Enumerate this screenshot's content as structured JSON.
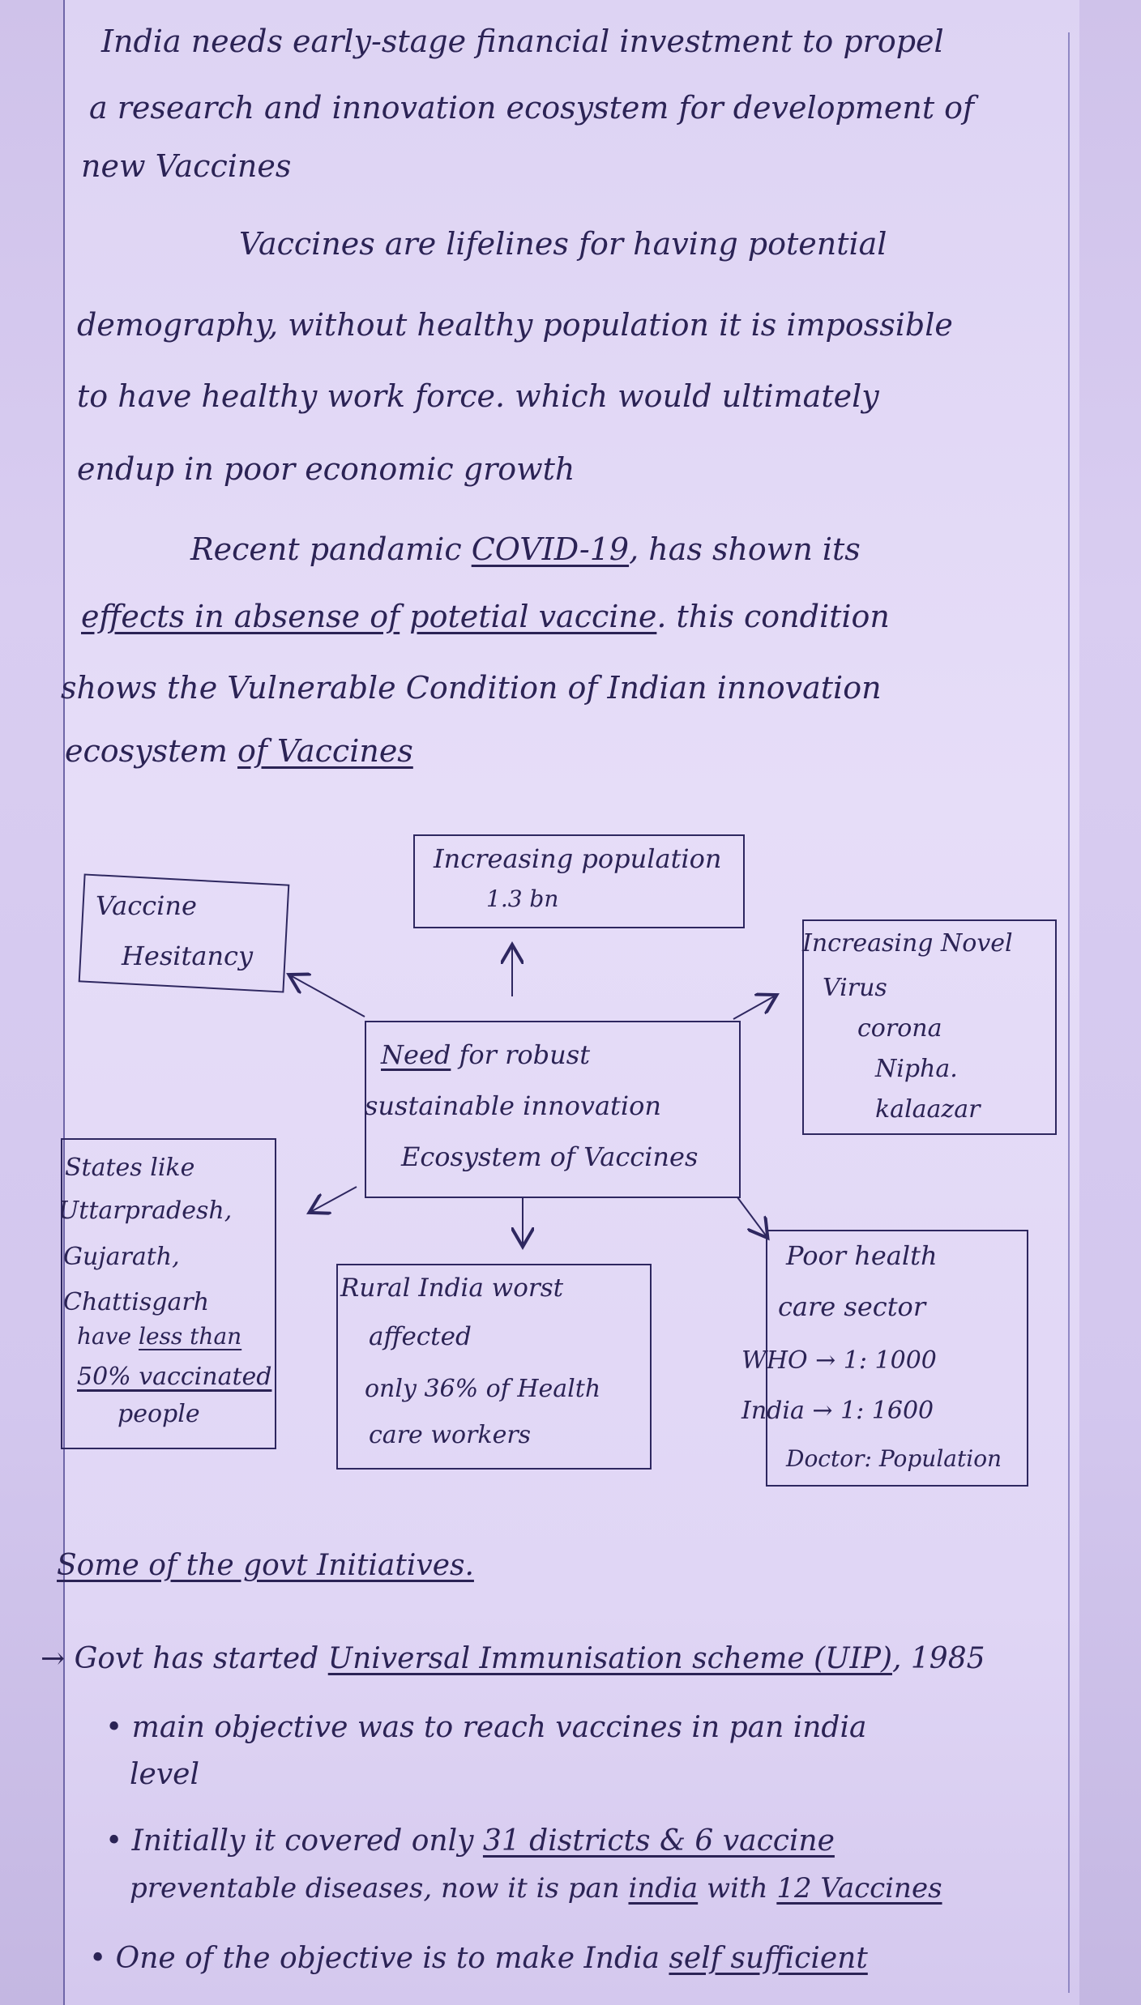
{
  "intro": {
    "line1": "India needs early-stage financial investment to propel",
    "line2": "a research and innovation ecosystem for development of",
    "line3": "new Vaccines"
  },
  "para1": {
    "line1": "Vaccines are lifelines for having potential",
    "line2": "demography, without healthy population it is impossible",
    "line3": "to have healthy work force. which would ultimately",
    "line4": "endup in poor economic growth"
  },
  "para2": {
    "line1_a": "Recent pandamic ",
    "line1_b": "COVID-19",
    "line1_c": ", has shown its",
    "line2_a": "effects in absense of",
    "line2_b": " ",
    "line2_c": "potetial vaccine",
    "line2_d": ". this condition",
    "line3": "shows the Vulnerable Condition of Indian innovation",
    "line4_a": "ecosystem ",
    "line4_b": "of Vaccines"
  },
  "diagram": {
    "center_need": "Need",
    "center_line1_rest": " for robust",
    "center_line2": "sustainable innovation",
    "center_line3": "Ecosystem of Vaccines",
    "population_title": "Increasing population",
    "population_value": "1.3 bn",
    "hesitancy_line1": "Vaccine",
    "hesitancy_line2": "Hesitancy",
    "novel_line1": "Increasing Novel",
    "novel_line2": "Virus",
    "novel_line3": "corona",
    "novel_line4": "Nipha.",
    "novel_line5": "kalaazar",
    "states_line1": "States like",
    "states_line2": "Uttarpradesh,",
    "states_line3": "Gujarath,",
    "states_line4": "Chattisgarh",
    "states_line5_a": "have ",
    "states_line5_b": "less than",
    "states_line6": "50% vaccinated",
    "states_line7": "people",
    "rural_line1": "Rural India worst",
    "rural_line2": "affected",
    "rural_line3": "only 36% of Health",
    "rural_line4": "care workers",
    "health_line1": "Poor health",
    "health_line2": "care sector",
    "health_line3": "WHO → 1: 1000",
    "health_line4": "India → 1: 1600",
    "health_line5": "Doctor: Population"
  },
  "initiatives": {
    "heading": "Some of the govt Initiatives.",
    "item1_a": "→ Govt has started ",
    "item1_b": "Universal Immunisation scheme (UIP)",
    "item1_c": ", 1985",
    "bullet1_line1": "• main objective was to reach vaccines in pan india",
    "bullet1_line2": "level",
    "bullet2_line1_a": "• Initially it covered only ",
    "bullet2_line1_b": "31 districts & 6 vaccine",
    "bullet2_line2_a": "preventable diseases, now it is pan ",
    "bullet2_line2_b": "india",
    "bullet2_line2_c": " with ",
    "bullet2_line2_d": "12 Vaccines",
    "bullet3_a": "• One of the objective is to make India ",
    "bullet3_b": "self sufficient"
  }
}
